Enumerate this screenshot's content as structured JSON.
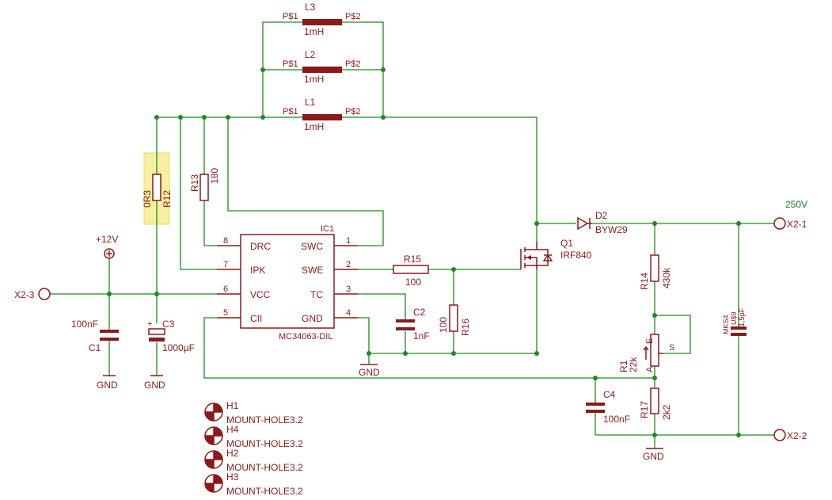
{
  "nets": {
    "vin": "+12V",
    "vout": "250V",
    "gnd": "GND"
  },
  "connectors": {
    "x2_3": "X2-3",
    "x2_1": "X2-1",
    "x2_2": "X2-2"
  },
  "ic": {
    "ref": "IC1",
    "part": "MC34063-DIL",
    "pins": [
      {
        "num": "8",
        "name": "DRC"
      },
      {
        "num": "7",
        "name": "IPK"
      },
      {
        "num": "6",
        "name": "VCC"
      },
      {
        "num": "5",
        "name": "CII"
      },
      {
        "num": "1",
        "name": "SWC"
      },
      {
        "num": "2",
        "name": "SWE"
      },
      {
        "num": "3",
        "name": "TC"
      },
      {
        "num": "4",
        "name": "GND"
      }
    ]
  },
  "inductors": [
    {
      "ref": "L3",
      "value": "1mH",
      "p1": "P$1",
      "p2": "P$2"
    },
    {
      "ref": "L2",
      "value": "1mH",
      "p1": "P$1",
      "p2": "P$2"
    },
    {
      "ref": "L1",
      "value": "1mH",
      "p1": "P$1",
      "p2": "P$2"
    }
  ],
  "resistors": {
    "r12": {
      "ref": "R12",
      "value": "0R3"
    },
    "r13": {
      "ref": "R13",
      "value": "180"
    },
    "r15": {
      "ref": "R15",
      "value": "100"
    },
    "r16": {
      "ref": "R16",
      "value": "100"
    },
    "r14": {
      "ref": "R14",
      "value": "430k"
    },
    "r17": {
      "ref": "R17",
      "value": "2k2"
    }
  },
  "pot": {
    "ref": "R1",
    "value": "22k",
    "e": "E",
    "a": "A",
    "s": "S"
  },
  "capacitors": {
    "c1": {
      "ref": "C1",
      "value": "100nF"
    },
    "c2": {
      "ref": "C2",
      "value": "1nF"
    },
    "c3": {
      "ref": "C3",
      "value": "1000µF"
    },
    "c4": {
      "ref": "C4",
      "value": "100nF"
    },
    "c5": {
      "type": "MKS4",
      "grid": "U$9",
      "value": "1,5µF"
    }
  },
  "diode": {
    "ref": "D2",
    "value": "BYW29"
  },
  "mosfet": {
    "ref": "Q1",
    "value": "IRF840"
  },
  "holes": [
    {
      "ref": "H1",
      "value": "MOUNT-HOLE3.2"
    },
    {
      "ref": "H4",
      "value": "MOUNT-HOLE3.2"
    },
    {
      "ref": "H2",
      "value": "MOUNT-HOLE3.2"
    },
    {
      "ref": "H3",
      "value": "MOUNT-HOLE3.2"
    }
  ],
  "colors": {
    "wire": "#1f8a1f",
    "part": "#8b1a1a",
    "net_label": "#1f7a1f",
    "highlight": "#f7f0a0"
  }
}
